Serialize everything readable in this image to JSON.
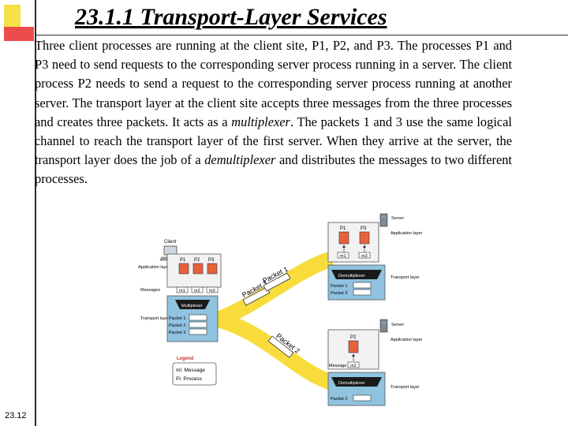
{
  "slide": {
    "title": "23.1.1 Transport-Layer Services",
    "paragraph": {
      "part1": "Three client processes are running at the client site, P1, P2, and P3. The processes P1 and P3 need to send requests to the corresponding server process running in a server. The client process P2 needs to send a request to the corresponding server process running at another server. The transport layer at the client site accepts three messages from the three processes and creates three packets. It acts as a ",
      "term1": "multiplexer",
      "part2": ". The packets 1 and 3 use the same logical channel to reach the transport layer of the first server. When they arrive at the server, the transport layer does the job of a ",
      "term2": "demultiplexer",
      "part3": " and distributes the messages to two different processes."
    },
    "page_number": "23.12"
  },
  "diagram": {
    "client": {
      "label": "Client",
      "app_layer_label": "Application layer",
      "transport_layer_label": "Transport layer",
      "processes": [
        "P1",
        "P2",
        "P3"
      ],
      "messages_label": "Messages",
      "messages": [
        "m1",
        "m2",
        "m3"
      ],
      "mux_label": "Multiplexer",
      "packets": [
        "Packet 1",
        "Packet 2",
        "Packet 3"
      ]
    },
    "server1": {
      "label": "Server",
      "app_layer_label": "Application layer",
      "transport_layer_label": "Transport layer",
      "processes": [
        "P1",
        "P3"
      ],
      "messages": [
        "m1",
        "m3"
      ],
      "demux_label": "Demultiplexer",
      "packets": [
        "Packet 1",
        "Packet 3"
      ]
    },
    "server2": {
      "label": "Server",
      "app_layer_label": "Application layer",
      "transport_layer_label": "Transport layer",
      "process": "P2",
      "message_label": "Message",
      "message": "m2",
      "demux_label": "Demultiplexer",
      "packet": "Packet 2"
    },
    "channel_packets": {
      "upper": [
        "Packet 3",
        "Packet 1"
      ],
      "lower": "Packet 2"
    },
    "legend": {
      "title": "Legend",
      "items": [
        "mi: Message",
        "Pi: Process"
      ]
    },
    "colors": {
      "process": "#e8613c",
      "transport_box": "#8fc3e0",
      "app_box": "#f2f2f2",
      "channel": "#f7dc3c",
      "accent_yellow": "#f5e04a",
      "accent_red": "#ee4c4c"
    }
  }
}
